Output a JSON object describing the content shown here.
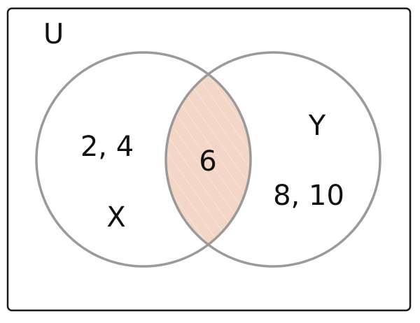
{
  "diagram": {
    "universe_label": "U",
    "sets": [
      {
        "label": "X",
        "only_elements": "2, 4"
      },
      {
        "label": "Y",
        "only_elements": "8, 10"
      }
    ],
    "intersection_elements": "6",
    "shaded_region": "intersection",
    "colors": {
      "border": "#1a1a1a",
      "circle_stroke": "#9a9a9a",
      "intersection_fill": "#f3d6c6",
      "text": "#111111"
    }
  }
}
